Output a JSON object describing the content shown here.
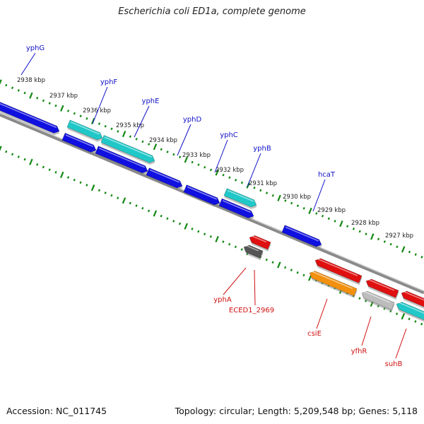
{
  "title": "Escherichia coli ED1a, complete genome",
  "footer": {
    "accession": "Accession: NC_011745",
    "info": "Topology: circular; Length: 5,209,548 bp; Genes: 5,118"
  },
  "colors": {
    "forward_gene": "#1010e0",
    "forward_cds_alt": "#20c8c8",
    "reverse_gene": "#e01010",
    "reverse_pseudo": "#555555",
    "reverse_orange": "#f29010",
    "reverse_grey": "#bdbdbd",
    "reverse_cyan": "#20c8c8",
    "tick": "#118811",
    "forward_label": "#1010c8",
    "reverse_label": "#d01010",
    "backbone": "#8a8a8a"
  },
  "tick_labels": [
    "2938 kbp",
    "2937 kbp",
    "2936 kbp",
    "2935 kbp",
    "2934 kbp",
    "2933 kbp",
    "2932 kbp",
    "2931 kbp",
    "2930 kbp",
    "2929 kbp",
    "2928 kbp",
    "2927 kbp"
  ],
  "forward_gene_labels": [
    "yphG",
    "yphF",
    "yphE",
    "yphD",
    "yphC",
    "yphB",
    "hcaT"
  ],
  "reverse_gene_labels": [
    "yphA",
    "ECED1_2969",
    "csiE",
    "yfhR",
    "suhB"
  ]
}
